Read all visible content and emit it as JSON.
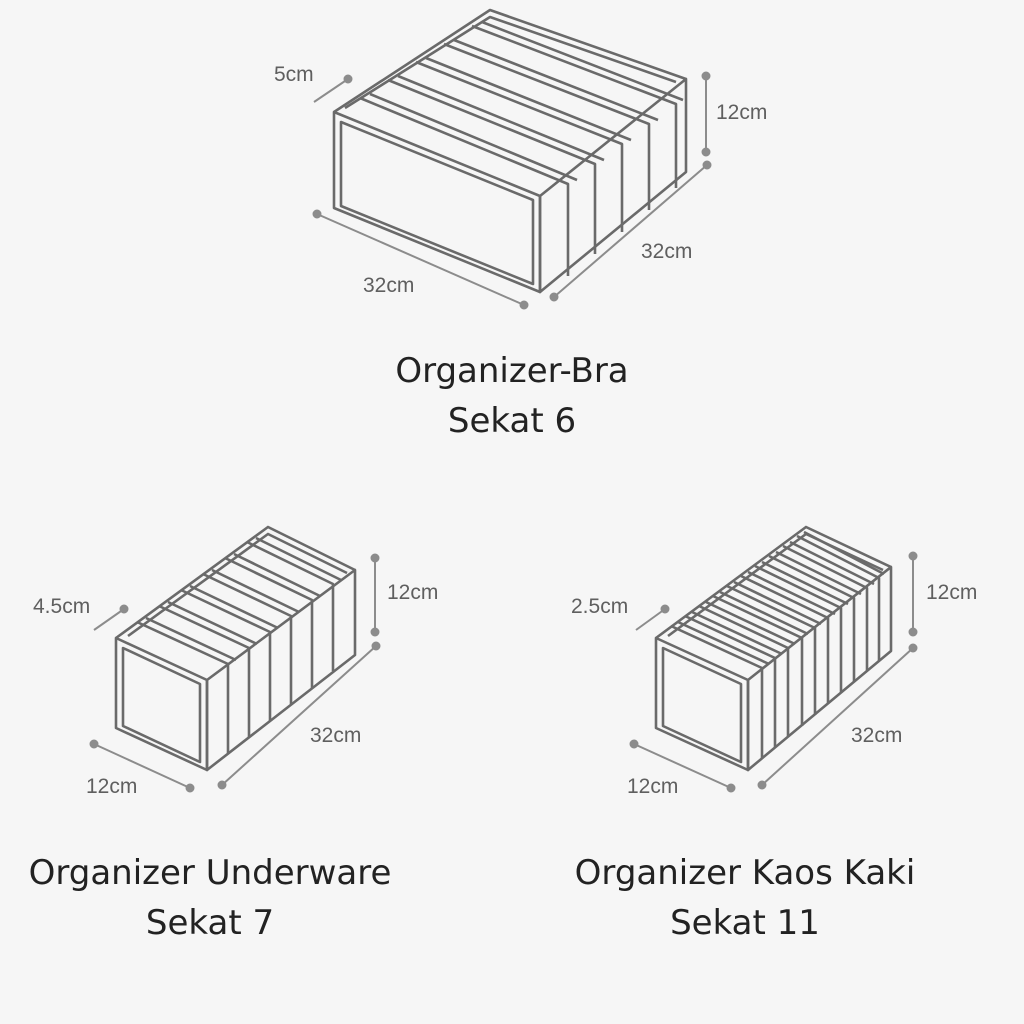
{
  "items": [
    {
      "title": "Organizer-Bra",
      "subtitle": "Sekat 6",
      "dims": {
        "divider": "5cm",
        "height": "12cm",
        "length": "32cm",
        "width": "32cm"
      }
    },
    {
      "title": "Organizer Underware",
      "subtitle": "Sekat 7",
      "dims": {
        "divider": "4.5cm",
        "height": "12cm",
        "length": "32cm",
        "width": "12cm"
      }
    },
    {
      "title": "Organizer Kaos Kaki",
      "subtitle": "Sekat 11",
      "dims": {
        "divider": "2.5cm",
        "height": "12cm",
        "length": "32cm",
        "width": "12cm"
      }
    }
  ],
  "colors": {
    "outline": "#6a6a6a",
    "dimension": "#8c8c8c",
    "text": "#222222",
    "background": "#f6f6f6"
  }
}
